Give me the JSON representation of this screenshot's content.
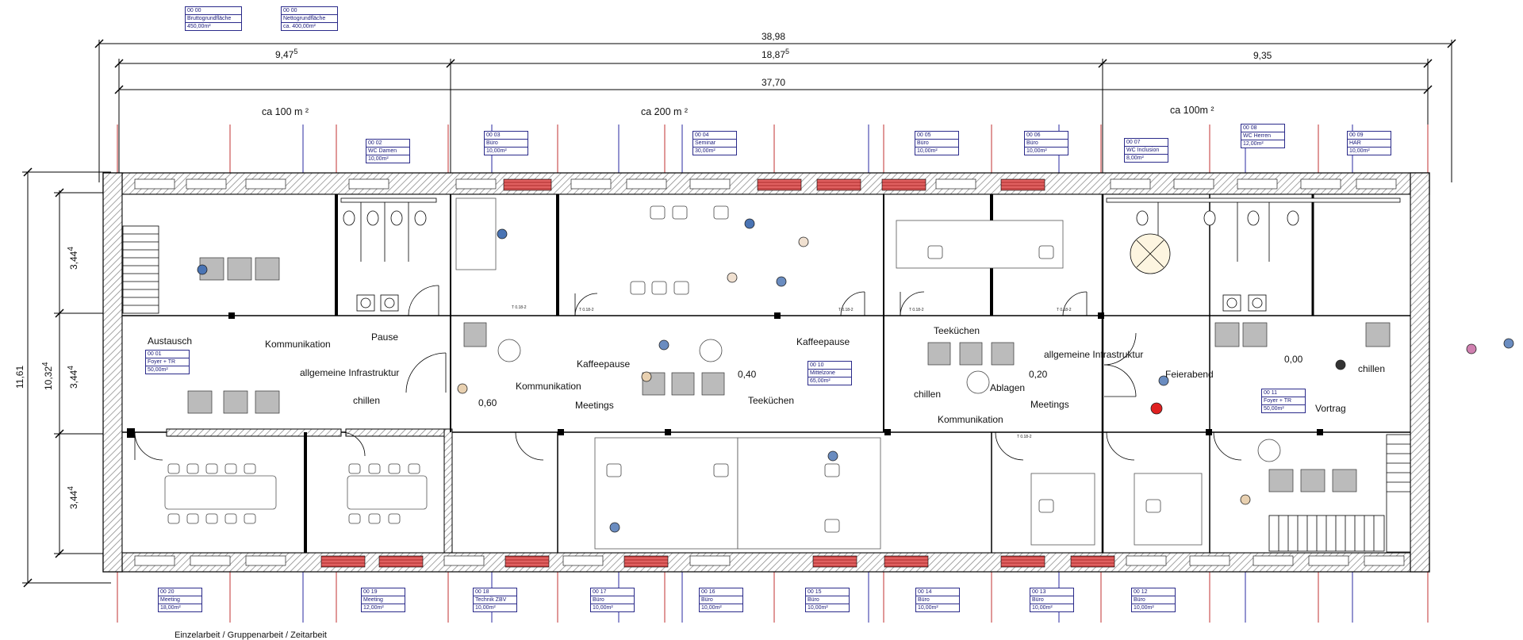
{
  "plan": {
    "area_tags_top": [
      {
        "id": "00 00",
        "name": "Bruttogrundfläche",
        "area": "450,00m²"
      },
      {
        "id": "00 00",
        "name": "Nettogrundfläche",
        "area": "ca. 400,00m²"
      }
    ],
    "dimensions": {
      "overall": "38,98",
      "seg1_main": "9,47",
      "seg1_sup": "5",
      "seg2_main": "18,87",
      "seg2_sup": "5",
      "seg3": "9,35",
      "inner": "37,70",
      "height_total": "11,61",
      "height_inner_main": "10,32",
      "height_inner_sup": "4",
      "row_main": "3,44",
      "row_sup": "4"
    },
    "zones": [
      "ca 100 m ²",
      "ca 200 m ²",
      "ca 100m ²"
    ],
    "rooms_top": [
      {
        "id": "00 02",
        "name": "WC Damen",
        "area": "10,00m²"
      },
      {
        "id": "00 03",
        "name": "Büro",
        "area": "10,00m²"
      },
      {
        "id": "00 04",
        "name": "Seminar",
        "area": "30,00m²"
      },
      {
        "id": "00 05",
        "name": "Büro",
        "area": "10,00m²"
      },
      {
        "id": "00 06",
        "name": "Büro",
        "area": "10,00m²"
      },
      {
        "id": "00 07",
        "name": "WC Inclusion",
        "area": "8,00m²"
      },
      {
        "id": "00 08",
        "name": "WC Herren",
        "area": "12,00m²"
      },
      {
        "id": "00 09",
        "name": "HAR",
        "area": "10,00m²"
      }
    ],
    "rooms_middle": [
      {
        "id": "00 01",
        "name": "Foyer + TR",
        "area": "50,00m²"
      },
      {
        "id": "00 10",
        "name": "Mittelzone",
        "area": "65,00m²"
      },
      {
        "id": "00 11",
        "name": "Foyer + TR",
        "area": "50,00m²"
      }
    ],
    "rooms_bottom": [
      {
        "id": "00 20",
        "name": "Meeting",
        "area": "18,00m²"
      },
      {
        "id": "00 19",
        "name": "Meeting",
        "area": "12,00m²"
      },
      {
        "id": "00 18",
        "name": "Technik ZBV",
        "area": "10,00m²"
      },
      {
        "id": "00 17",
        "name": "Büro",
        "area": "10,00m²"
      },
      {
        "id": "00 16",
        "name": "Büro",
        "area": "10,00m²"
      },
      {
        "id": "00 15",
        "name": "Büro",
        "area": "10,00m²"
      },
      {
        "id": "00 14",
        "name": "Büro",
        "area": "10,00m²"
      },
      {
        "id": "00 13",
        "name": "Büro",
        "area": "10,00m²"
      },
      {
        "id": "00 12",
        "name": "Büro",
        "area": "10,00m²"
      }
    ],
    "labels": {
      "austausch": "Austausch",
      "kommunikation1": "Kommunikation",
      "pause": "Pause",
      "infra1": "allgemeine Infrastruktur",
      "chillen1": "chillen",
      "level1": "0,60",
      "kommunikation2": "Kommunikation",
      "kaffeepause1": "Kaffeepause",
      "meetings1": "Meetings",
      "level2": "0,40",
      "teekuechen1": "Teeküchen",
      "kaffeepause2": "Kaffeepause",
      "teekuechen2": "Teeküchen",
      "chillen2": "chillen",
      "ablagen": "Ablagen",
      "level3": "0,20",
      "infra2": "allgemeine Infrastruktur",
      "meetings2": "Meetings",
      "kommunikation3": "Kommunikation",
      "feierabend": "Feierabend",
      "level4": "0,00",
      "chillen3": "chillen",
      "vortrag": "Vortrag"
    },
    "door_code": "T 0.18-2",
    "caption": "Einzelarbeit  / Gruppenarbeit / Zeitarbeit"
  }
}
